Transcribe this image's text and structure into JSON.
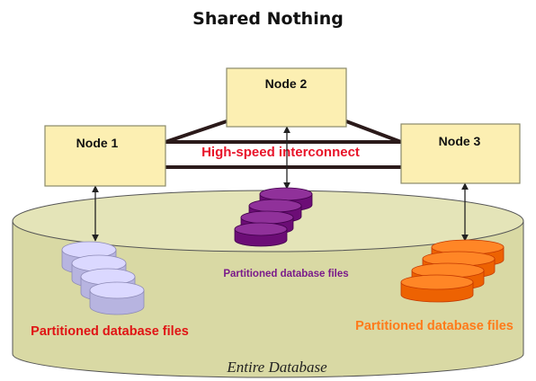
{
  "title": "Shared Nothing",
  "nodes": [
    {
      "label": "Node 1"
    },
    {
      "label": "Node 2"
    },
    {
      "label": "Node 3"
    }
  ],
  "interconnect_label": "High-speed interconnect",
  "partitions": [
    {
      "label": "Partitioned database files",
      "color": "#c9c6f2"
    },
    {
      "label": "Partitioned database files",
      "color": "#7e1f88"
    },
    {
      "label": "Partitioned database files",
      "color": "#ff7414"
    }
  ],
  "database_label": "Entire Database",
  "colors": {
    "node_fill": "#fcefb2",
    "database_fill": "#dcdcaa",
    "interconnect_line": "#2b1a1a",
    "interconnect_text": "#e8142a"
  }
}
